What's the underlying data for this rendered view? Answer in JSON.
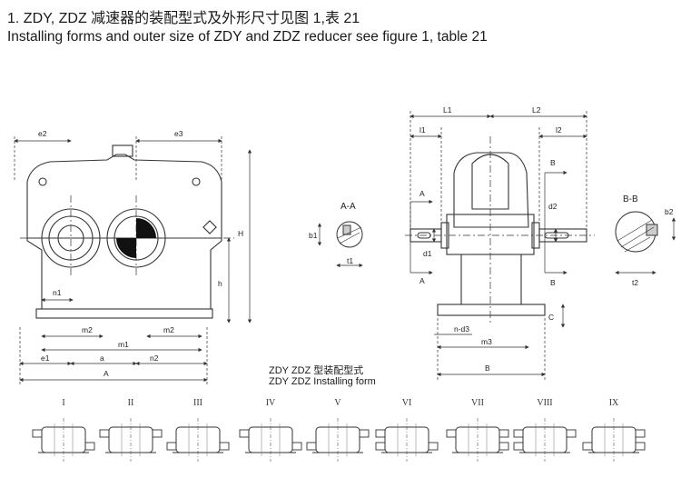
{
  "title_cn": "1. ZDY, ZDZ 减速器的装配型式及外形尺寸见图 1,表 21",
  "title_en": "Installing forms and outer size of ZDY and ZDZ reducer see figure 1, table 21",
  "caption_cn": "ZDY ZDZ 型装配型式",
  "caption_en": "ZDY ZDZ Installing form",
  "front_view_labels": [
    "e2",
    "e3",
    "H",
    "h",
    "n1",
    "m2",
    "m1",
    "m2",
    "e1",
    "a",
    "n2",
    "A"
  ],
  "section_aa": {
    "title": "A-A",
    "b": "b1",
    "t": "t1"
  },
  "side_view_labels": [
    "L1",
    "L2",
    "l1",
    "l2",
    "A",
    "A",
    "B",
    "B",
    "d1",
    "d2",
    "C",
    "n-d3",
    "m3",
    "B"
  ],
  "section_bb": {
    "title": "B-B",
    "b": "b2",
    "t": "t2"
  },
  "install_forms": [
    "I",
    "II",
    "III",
    "IV",
    "V",
    "VI",
    "VII",
    "VIII",
    "IX"
  ],
  "colors": {
    "line": "#333333",
    "bg": "#ffffff"
  }
}
